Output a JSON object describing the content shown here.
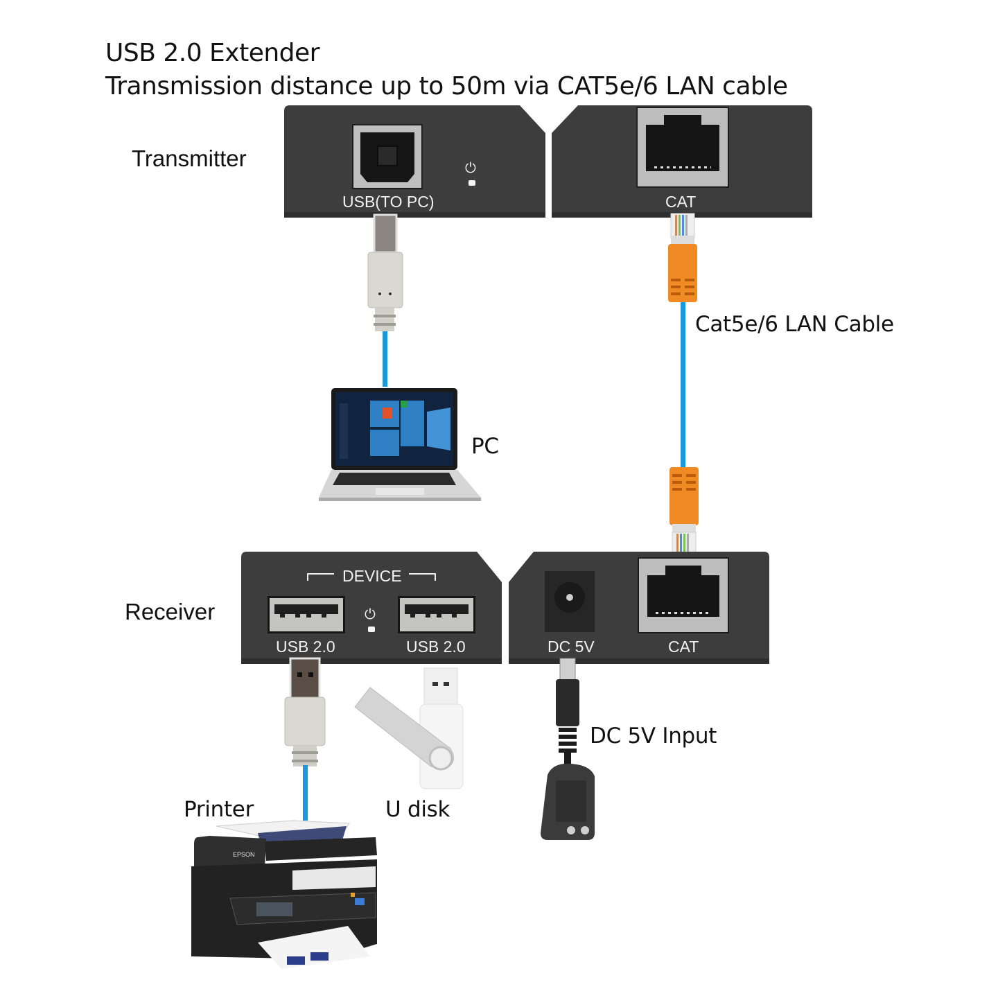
{
  "header": {
    "title": "USB 2.0 Extender",
    "subtitle": "Transmission distance up to 50m via CAT5e/6 LAN cable"
  },
  "transmitter": {
    "label": "Transmitter",
    "left_unit": {
      "port_label": "USB(TO PC)",
      "port_type": "usb-b-port",
      "indicator": "power-led"
    },
    "right_unit": {
      "port_label": "CAT",
      "port_type": "rj45-port"
    }
  },
  "receiver": {
    "label": "Receiver",
    "left_unit": {
      "group_label": "DEVICE",
      "ports": [
        {
          "label": "USB 2.0",
          "port_type": "usb-a-port"
        },
        {
          "label": "USB 2.0",
          "port_type": "usb-a-port"
        }
      ],
      "indicator": "power-led"
    },
    "right_unit": {
      "ports": [
        {
          "label": "DC 5V",
          "port_type": "dc-jack"
        },
        {
          "label": "CAT",
          "port_type": "rj45-port"
        }
      ]
    }
  },
  "connections": {
    "lan_cable_label": "Cat5e/6 LAN Cable",
    "pc_label": "PC",
    "printer_label": "Printer",
    "udisk_label": "U disk",
    "power_label": "DC 5V Input",
    "printer_brand": "EPSON"
  },
  "colors": {
    "panel": "#3d3d3d",
    "cable": "#1a9ad9",
    "rj45_boot": "#f08a24",
    "usb_plug": "#d9d9d2"
  }
}
